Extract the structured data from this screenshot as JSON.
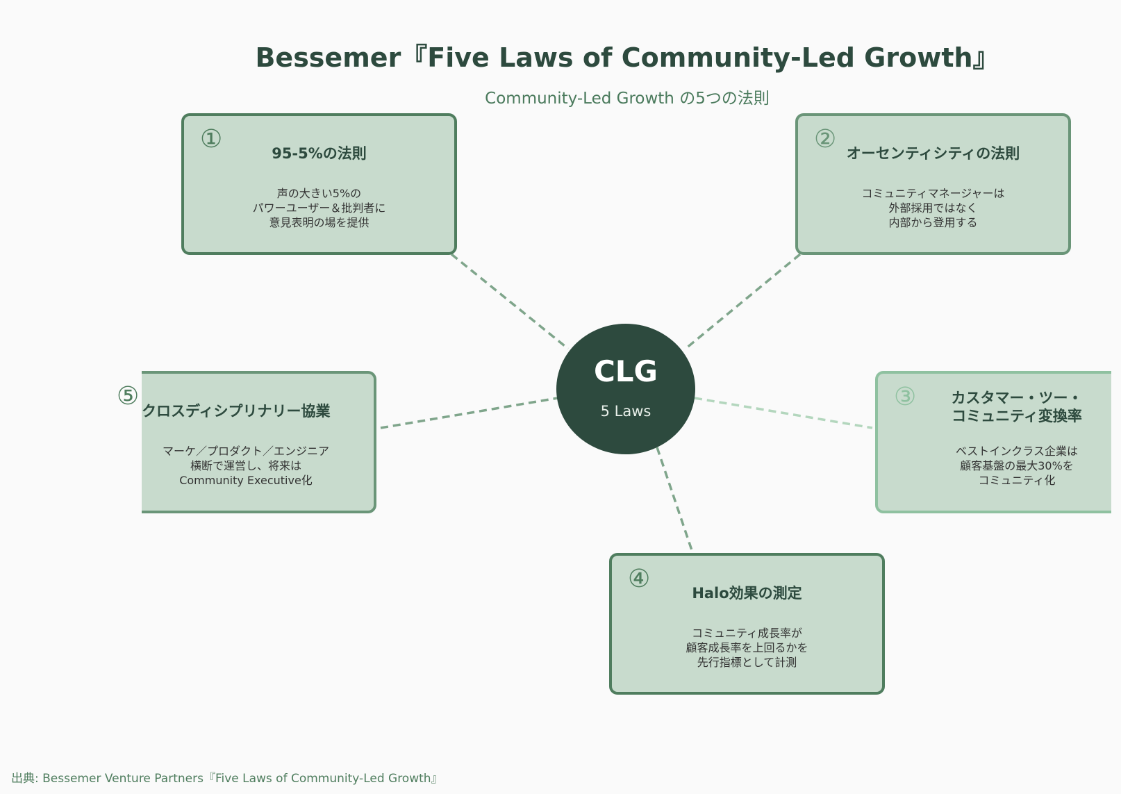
{
  "title": "Bessemer『Five Laws of Community-Led Growth』",
  "subtitle": "Community-Led Growth の5つの法則",
  "hub": {
    "label": "CLG",
    "sublabel": "5 Laws"
  },
  "laws": [
    {
      "number": "①",
      "title": "95-5%の法則",
      "description": "声の大きい5%の\nパワーユーザー＆批判者に\n意見表明の場を提供"
    },
    {
      "number": "②",
      "title": "オーセンティシティの法則",
      "description": "コミュニティマネージャーは\n外部採用ではなく\n内部から登用する"
    },
    {
      "number": "③",
      "title": "カスタマー・ツー・\nコミュニティ変換率",
      "description": "ベストインクラス企業は\n顧客基盤の最大30%を\nコミュニティ化"
    },
    {
      "number": "④",
      "title": "Halo効果の測定",
      "description": "コミュニティ成長率が\n顧客成長率を上回るかを\n先行指標として計測"
    },
    {
      "number": "⑤",
      "title": "クロスディシプリナリー協業",
      "description": "マーケ／プロダクト／エンジニア\n横断で運営し、将来は\nCommunity Executive化"
    }
  ],
  "footer": "出典: Bessemer Venture Partners『Five Laws of Community-Led Growth』",
  "colors": {
    "hub": "#2d4a3e",
    "card_fill": "#c8dbcd",
    "card_border": "#4f7d5e",
    "card_border_light": "#8fc1a0",
    "connector": "#7fa58b",
    "connector_light": "#b3d6bd"
  }
}
